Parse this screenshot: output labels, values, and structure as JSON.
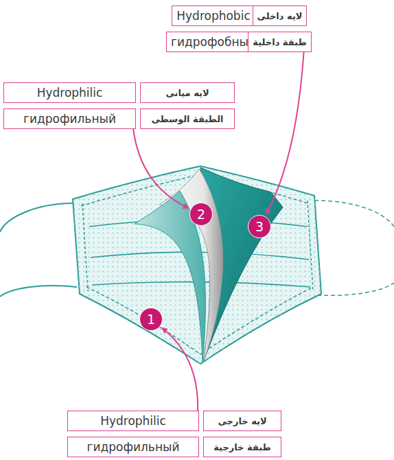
{
  "diagram": {
    "nodes": [
      {
        "text": [
          "Hydrophobic"
        ]
      },
      {
        "text": [
          "لایه داخلی"
        ]
      },
      {
        "text": [
          "гидрофобный"
        ]
      },
      {
        "text": [
          "طبقة داخلية"
        ]
      },
      {
        "text": [
          "Hydrophilic"
        ]
      },
      {
        "text": [
          "لایه میانی"
        ]
      },
      {
        "text": [
          "гидрофильный"
        ]
      },
      {
        "text": [
          "الطبقة الوسطى"
        ]
      },
      {
        "text": [
          "2"
        ]
      },
      {
        "text": [
          "3"
        ]
      },
      {
        "text": [
          "1"
        ]
      },
      {
        "text": [
          "Hydrophilic"
        ]
      },
      {
        "text": [
          "لایه خارجی"
        ]
      },
      {
        "text": [
          "гидрофильный"
        ]
      },
      {
        "text": [
          "طبقة خارجية"
        ]
      }
    ],
    "edges": [
      {
        "from": 3,
        "to": 9,
        "arrow": "to"
      },
      {
        "from": 6,
        "to": 8,
        "arrow": "to"
      },
      {
        "from": 11,
        "to": 10,
        "arrow": "to"
      }
    ]
  }
}
